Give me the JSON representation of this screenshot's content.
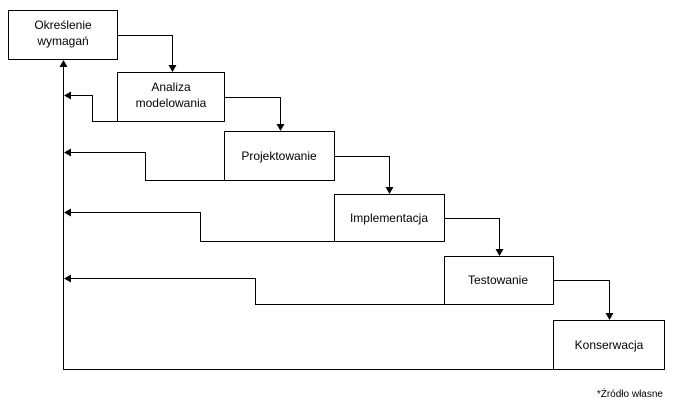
{
  "diagram": {
    "stages": [
      {
        "line1": "Określenie",
        "line2": "wymagań"
      },
      {
        "line1": "Analiza",
        "line2": "modelowania"
      },
      {
        "line1": "Projektowanie",
        "line2": ""
      },
      {
        "line1": "Implementacja",
        "line2": ""
      },
      {
        "line1": "Testowanie",
        "line2": ""
      },
      {
        "line1": "Konserwacja",
        "line2": ""
      }
    ]
  },
  "footnote": "*Źródło własne"
}
